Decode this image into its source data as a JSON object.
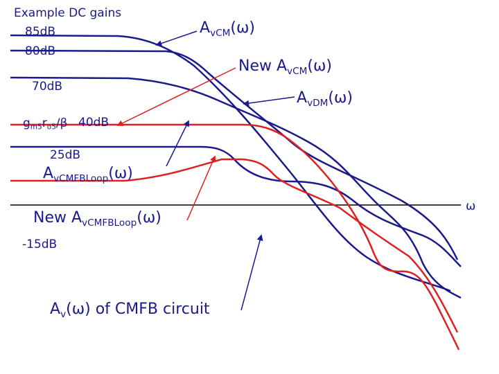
{
  "labels": {
    "example_dc_gains": "Example DC gains",
    "gain_85": "85dB",
    "gain_80": "80dB",
    "gain_70": "70dB",
    "gain_40": "40dB",
    "gain_25": "25dB",
    "gain_neg15": "-15dB",
    "gmro_g": "g",
    "gmro_g_sub": "m5",
    "gmro_r": "r",
    "gmro_r_sub": "o5",
    "gmro_div": "/β",
    "avcm_a": "A",
    "avcm_sub": "vCM",
    "avcm_arg": "(ω)",
    "new_avcm_prefix": "New A",
    "new_avcm_sub": "vCM",
    "new_avcm_arg": "(ω)",
    "avdm_a": "A",
    "avdm_sub": "vDM",
    "avdm_arg": "(ω)",
    "cmfb_loop_a": "A",
    "cmfb_loop_sub": "vCMFBLoop",
    "cmfb_loop_arg": "(ω)",
    "new_cmfb_loop_prefix": "New A",
    "new_cmfb_loop_sub": "vCMFBLoop",
    "new_cmfb_loop_arg": "(ω)",
    "cmfb_circuit_a": "A",
    "cmfb_circuit_sub": "v",
    "cmfb_circuit_rest": "(ω) of CMFB circuit",
    "omega_axis": "ω"
  },
  "colors": {
    "blue": "#1a1a8c",
    "red": "#e02020",
    "axis": "#000000"
  }
}
